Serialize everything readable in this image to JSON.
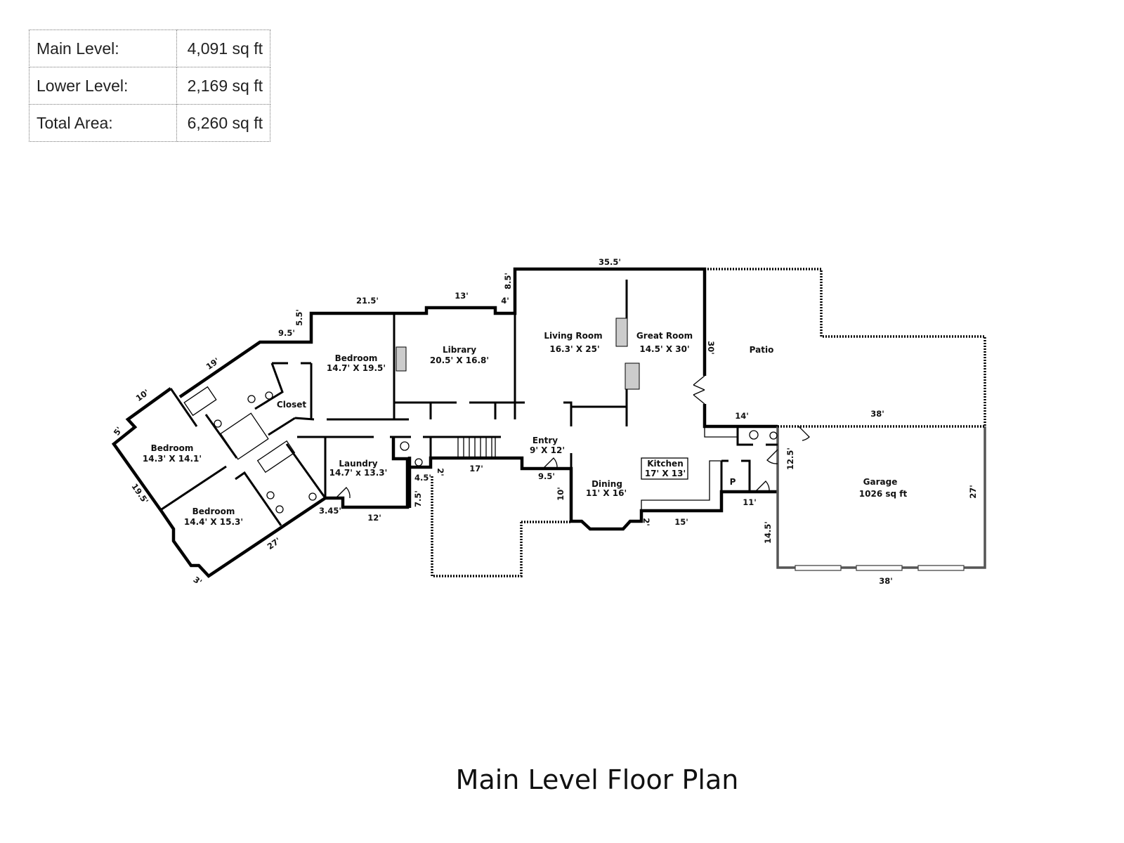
{
  "area_table": [
    {
      "label": "Main Level:",
      "value": "4,091 sq ft"
    },
    {
      "label": "Lower Level:",
      "value": "2,169 sq ft"
    },
    {
      "label": "Total Area:",
      "value": "6,260 sq ft"
    }
  ],
  "title": "Main Level Floor Plan",
  "rooms": {
    "bedroom_main": {
      "name": "Bedroom",
      "size": "14.7' X 19.5'"
    },
    "closet": {
      "name": "Closet"
    },
    "bedroom_west": {
      "name": "Bedroom",
      "size": "14.3' X 14.1'"
    },
    "bedroom_south": {
      "name": "Bedroom",
      "size": "14.4' X 15.3'"
    },
    "laundry": {
      "name": "Laundry",
      "size": "14.7' x 13.3'"
    },
    "library": {
      "name": "Library",
      "size": "20.5' X 16.8'"
    },
    "living": {
      "name": "Living Room",
      "size": "16.3' X 25'"
    },
    "great": {
      "name": "Great Room",
      "size": "14.5' X 30'"
    },
    "entry": {
      "name": "Entry",
      "size": "9' X 12'"
    },
    "dining": {
      "name": "Dining",
      "size": "11' X 16'"
    },
    "kitchen": {
      "name": "Kitchen",
      "size": "17' X 13'"
    },
    "pantry": {
      "name": "P"
    },
    "patio": {
      "name": "Patio"
    },
    "garage": {
      "name": "Garage",
      "size": "1026 sq ft"
    }
  },
  "dims": [
    "21.5'",
    "9.5'",
    "5.5'",
    "19'",
    "10'",
    "5'",
    "19.5'",
    "27'",
    "3'",
    "3.45'",
    "12'",
    "7.5'",
    "4.5'",
    "2'",
    "17'",
    "9.5'",
    "10'",
    "13'",
    "4'",
    "8.5'",
    "35.5'",
    "30'",
    "2'",
    "15'",
    "11'",
    "14'",
    "38'",
    "12.5'",
    "14.5'",
    "27'",
    "38'"
  ]
}
